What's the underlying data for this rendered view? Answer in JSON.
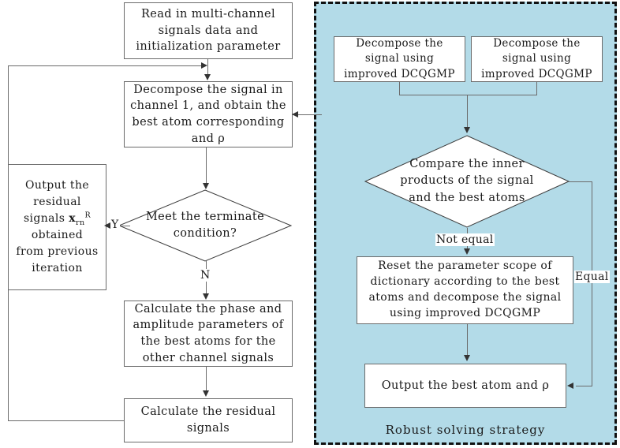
{
  "diagram": {
    "title_visible": false
  },
  "left_flow": {
    "nodes": [
      {
        "id": "read-in",
        "text": "Read in multi-channel signals data and initialization parameter"
      },
      {
        "id": "decompose-channel1",
        "text": "Decompose the signal in channel 1, and obtain the best atom corresponding and ρ"
      },
      {
        "id": "terminate-check",
        "text": "Meet the terminate condition?"
      },
      {
        "id": "output-residual",
        "text_line1": "Output the",
        "text_line2": "residual",
        "text_line3_prefix": "signals ",
        "text_line3_var": "x",
        "text_line3_sub": "rn",
        "text_line3_sup": "R",
        "text_line4": "obtained",
        "text_line5": "from previous",
        "text_line6": "iteration"
      },
      {
        "id": "calc-phase-amp",
        "text": "Calculate the phase and amplitude parameters of the best atoms for the other channel signals"
      },
      {
        "id": "calc-residual",
        "text": "Calculate the residual signals"
      }
    ],
    "edge_labels": {
      "yes": "Y",
      "no": "N"
    }
  },
  "right_panel": {
    "label": "Robust solving strategy",
    "background_color": "#b3dbe8",
    "border_style": "dashed",
    "nodes": [
      {
        "id": "decompose-left",
        "text": "Decompose the signal using improved DCQGMP"
      },
      {
        "id": "decompose-right",
        "text": "Decompose the signal using improved DCQGMP"
      },
      {
        "id": "compare-inner",
        "text": "Compare the inner products of the signal and the best atoms"
      },
      {
        "id": "reset-parameter",
        "text": "Reset the parameter scope of dictionary according to the best atoms and decompose the signal using improved DCQGMP"
      },
      {
        "id": "output-best-atom",
        "text": "Output the best atom and ρ"
      }
    ],
    "edge_labels": {
      "not_equal": "Not equal",
      "equal": "Equal"
    }
  },
  "colors": {
    "box_border": "#6b6b6b",
    "line": "#6b6b6b",
    "arrow": "#333333",
    "panel_fill": "#b3dbe8",
    "panel_border": "#111111",
    "text": "#1a1a1a"
  }
}
